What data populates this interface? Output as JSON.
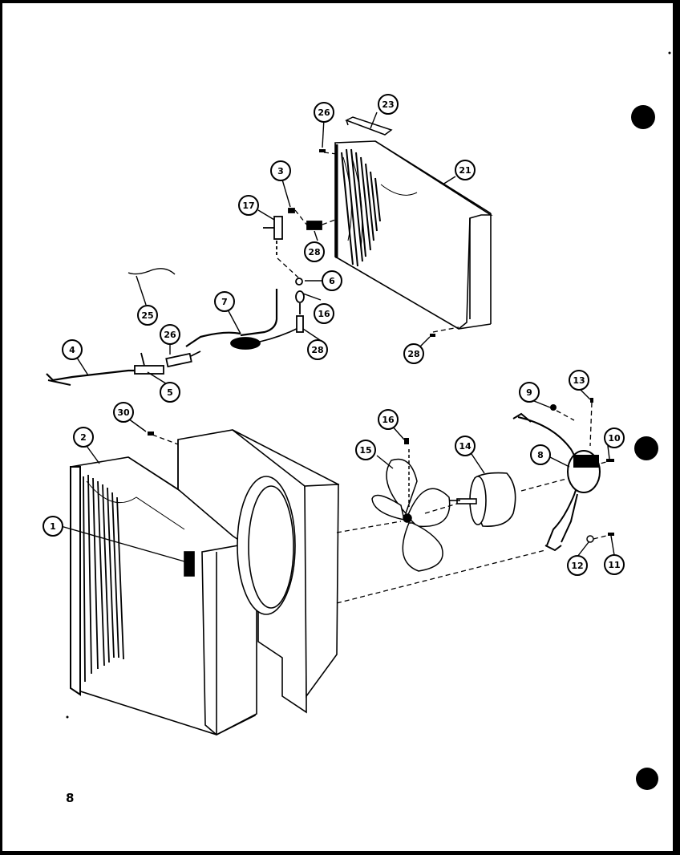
{
  "page_number": "8",
  "colors": {
    "ink": "#000000",
    "paper": "#ffffff"
  },
  "callouts": {
    "c1": "1",
    "c2": "2",
    "c3": "3",
    "c4": "4",
    "c5": "5",
    "c6": "6",
    "c7": "7",
    "c8": "8",
    "c9": "9",
    "c10": "10",
    "c11": "11",
    "c12": "12",
    "c13": "13",
    "c14": "14",
    "c15": "15",
    "c16a": "16",
    "c16b": "16",
    "c17": "17",
    "c21": "21",
    "c23": "23",
    "c25": "25",
    "c26a": "26",
    "c26b": "26",
    "c28a": "28",
    "c28b": "28",
    "c28c": "28",
    "c30": "30"
  },
  "binder_holes": [
    "binder-hole-top",
    "binder-hole-middle",
    "binder-hole-bottom"
  ]
}
